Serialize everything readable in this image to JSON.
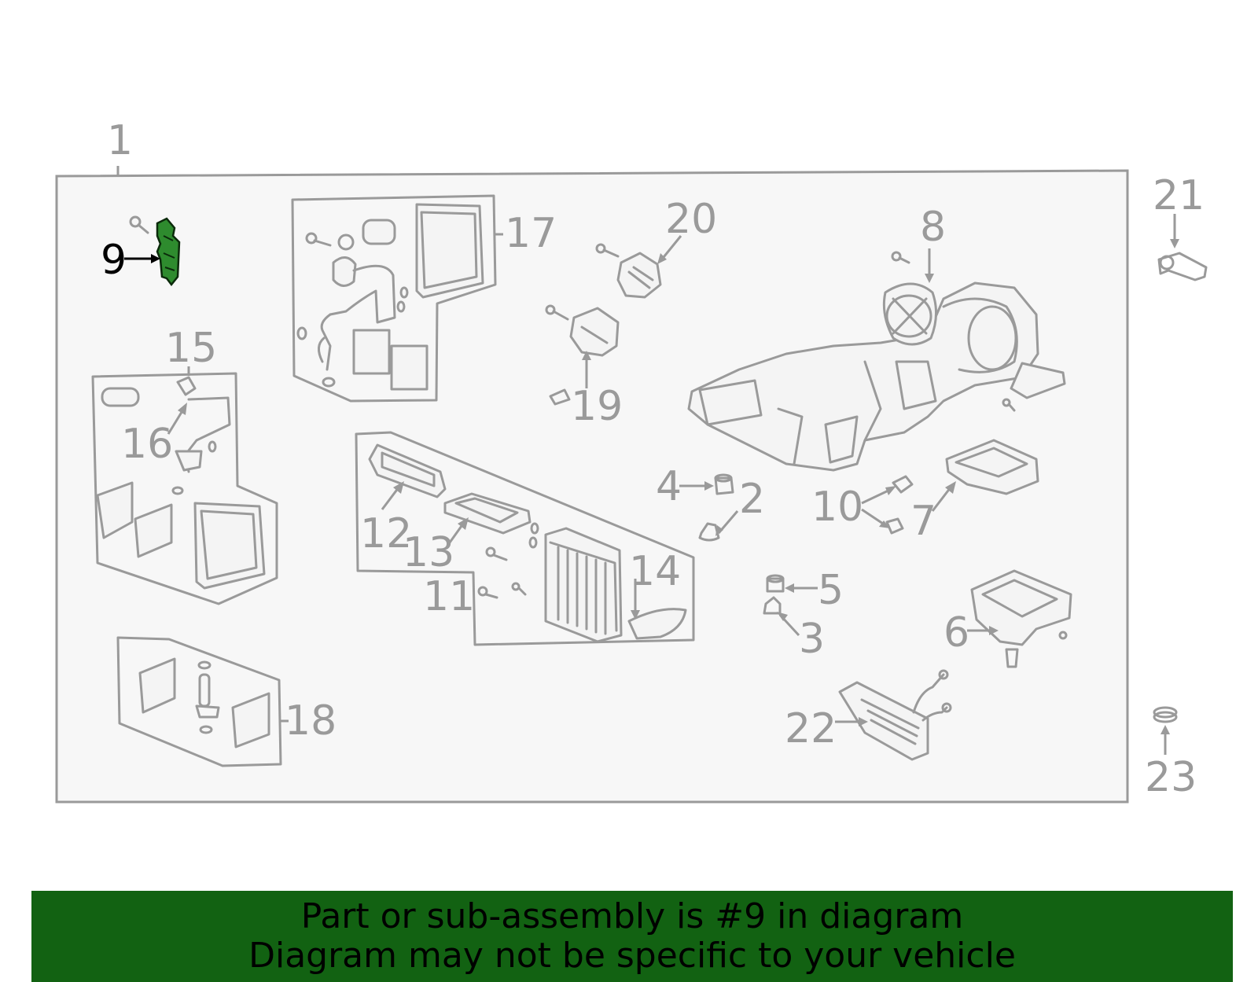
{
  "colors": {
    "highlight_part": "#2e8b2e",
    "banner_bg": "#126212",
    "line_gray": "#9a9a9a"
  },
  "callouts": [
    {
      "id": "1",
      "text": "1"
    },
    {
      "id": "2",
      "text": "2"
    },
    {
      "id": "3",
      "text": "3"
    },
    {
      "id": "4",
      "text": "4"
    },
    {
      "id": "5",
      "text": "5"
    },
    {
      "id": "6",
      "text": "6"
    },
    {
      "id": "7",
      "text": "7"
    },
    {
      "id": "8",
      "text": "8"
    },
    {
      "id": "9",
      "text": "9",
      "highlighted": true
    },
    {
      "id": "10",
      "text": "10"
    },
    {
      "id": "11",
      "text": "11"
    },
    {
      "id": "12",
      "text": "12"
    },
    {
      "id": "13",
      "text": "13"
    },
    {
      "id": "14",
      "text": "14"
    },
    {
      "id": "15",
      "text": "15"
    },
    {
      "id": "16",
      "text": "16"
    },
    {
      "id": "17",
      "text": "17"
    },
    {
      "id": "18",
      "text": "18"
    },
    {
      "id": "19",
      "text": "19"
    },
    {
      "id": "20",
      "text": "20"
    },
    {
      "id": "21",
      "text": "21"
    },
    {
      "id": "22",
      "text": "22"
    },
    {
      "id": "23",
      "text": "23"
    }
  ],
  "banner": {
    "line1": "Part or sub-assembly is #9 in diagram",
    "line2": "Diagram may not be specific to your vehicle"
  }
}
